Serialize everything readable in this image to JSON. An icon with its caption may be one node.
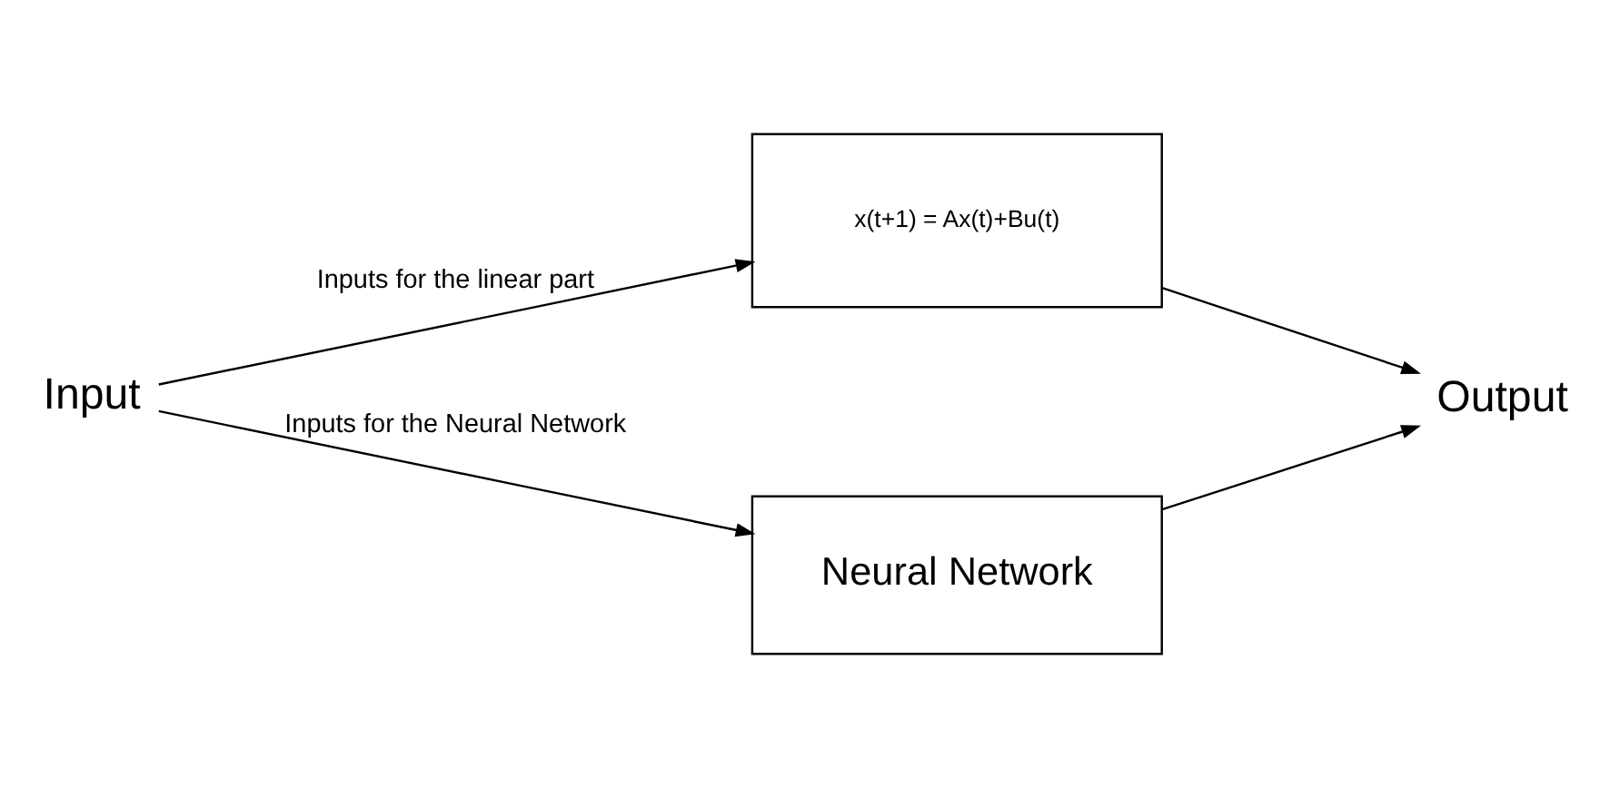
{
  "diagram": {
    "nodes": [
      {
        "text": [
          "Input"
        ]
      },
      {
        "text": [
          "x(t+1) = Ax(t)+Bu(t)"
        ]
      },
      {
        "text": [
          "Neural Network"
        ]
      },
      {
        "text": [
          "Output"
        ]
      }
    ],
    "edges": [
      {
        "from": 0,
        "to": 1,
        "arrow": "to",
        "label": "Inputs for the linear part"
      },
      {
        "from": 0,
        "to": 2,
        "arrow": "to",
        "label": "Inputs for the Neural Network"
      },
      {
        "from": 1,
        "to": 3,
        "arrow": "to"
      },
      {
        "from": 2,
        "to": 3,
        "arrow": "to"
      }
    ]
  }
}
